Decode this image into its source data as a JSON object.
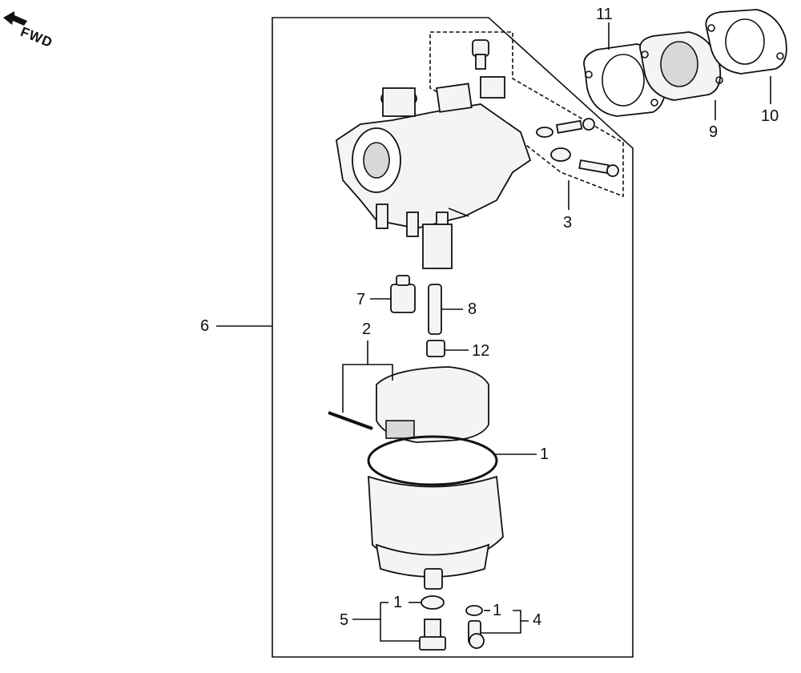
{
  "direction_indicator": "FWD",
  "callouts": [
    {
      "id": "callout-11",
      "text": "11"
    },
    {
      "id": "callout-9",
      "text": "9"
    },
    {
      "id": "callout-10",
      "text": "10"
    },
    {
      "id": "callout-3",
      "text": "3"
    },
    {
      "id": "callout-7",
      "text": "7"
    },
    {
      "id": "callout-8",
      "text": "8"
    },
    {
      "id": "callout-6",
      "text": "6"
    },
    {
      "id": "callout-2",
      "text": "2"
    },
    {
      "id": "callout-12",
      "text": "12"
    },
    {
      "id": "callout-1-oring",
      "text": "1"
    },
    {
      "id": "callout-5",
      "text": "5"
    },
    {
      "id": "callout-1-washer-left",
      "text": "1"
    },
    {
      "id": "callout-1-washer-right",
      "text": "1"
    },
    {
      "id": "callout-4",
      "text": "4"
    }
  ]
}
